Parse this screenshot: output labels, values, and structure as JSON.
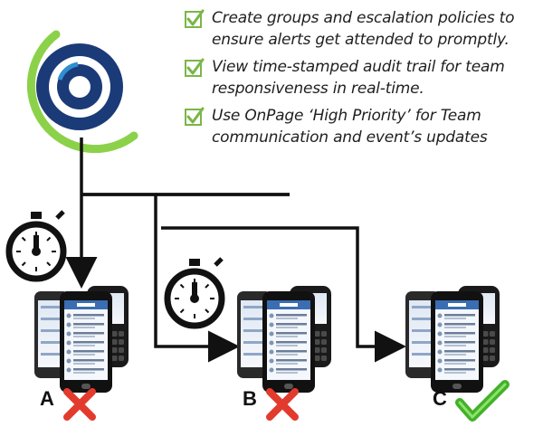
{
  "features": [
    {
      "icon": "checkbox-check-icon",
      "text": "Create groups and escalation policies to ensure alerts get attended to promptly."
    },
    {
      "icon": "checkbox-check-icon",
      "text": "View time-stamped audit trail for team responsiveness in real-time."
    },
    {
      "icon": "checkbox-check-icon",
      "text": "Use OnPage ‘High Priority’ for Team communication and event’s updates"
    }
  ],
  "logo": {
    "icon": "onpage-logo-icon"
  },
  "devices": [
    {
      "label": "A",
      "status": "failed",
      "status_icon": "red-x-icon",
      "timer_icon": "stopwatch-icon"
    },
    {
      "label": "B",
      "status": "failed",
      "status_icon": "red-x-icon",
      "timer_icon": "stopwatch-icon"
    },
    {
      "label": "C",
      "status": "acknowledged",
      "status_icon": "green-check-icon"
    }
  ],
  "colors": {
    "logo_navy": "#1b3a78",
    "logo_green": "#8cd14a",
    "check_green": "#7ab648",
    "fail_red": "#e23b2e",
    "pass_green": "#43b02a",
    "line": "#111111"
  }
}
